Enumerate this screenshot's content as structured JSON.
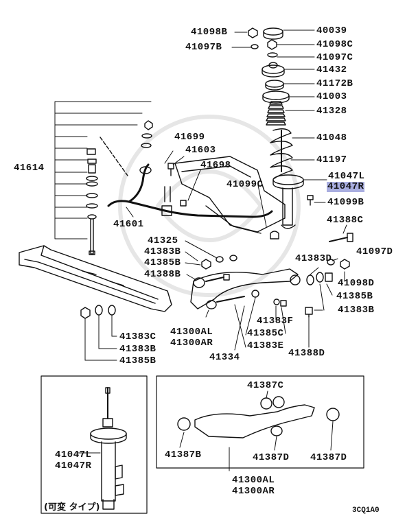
{
  "parts": {
    "p40039": "40039",
    "p41098B": "41098B",
    "p41098C": "41098C",
    "p41097B": "41097B",
    "p41097C": "41097C",
    "p41432": "41432",
    "p41172B": "41172B",
    "p41003": "41003",
    "p41328": "41328",
    "p41048": "41048",
    "p41197": "41197",
    "p41047L": "41047L",
    "p41047R": "41047R",
    "p41099B": "41099B",
    "p41099C": "41099C",
    "p41388C": "41388C",
    "p41097D": "41097D",
    "p41098D": "41098D",
    "p41383D": "41383D",
    "p41385B_r": "41385B",
    "p41383B_r": "41383B",
    "p41699": "41699",
    "p41603": "41603",
    "p41698": "41698",
    "p41614": "41614",
    "p41601": "41601",
    "p41325": "41325",
    "p41383B_m": "41383B",
    "p41385B_m": "41385B",
    "p41388B": "41388B",
    "p41383F": "41383F",
    "p41385C": "41385C",
    "p41383E": "41383E",
    "p41388D": "41388D",
    "p41300AL": "41300AL",
    "p41300AR": "41300AR",
    "p41334": "41334",
    "p41383C": "41383C",
    "p41383B_l": "41383B",
    "p41385B_l": "41385B"
  },
  "inset_left": {
    "l1": "41047L",
    "l2": "41047R",
    "caption": "(可変 タイプ)"
  },
  "inset_right": {
    "p41387C": "41387C",
    "p41387B": "41387B",
    "p41387D_1": "41387D",
    "p41387D_2": "41387D",
    "assy1": "41300AL",
    "assy2": "41300AR"
  },
  "diagram_code": "3CQ1A0",
  "colors": {
    "ink": "#111111",
    "highlight": "#a9aee0",
    "background": "#ffffff"
  }
}
